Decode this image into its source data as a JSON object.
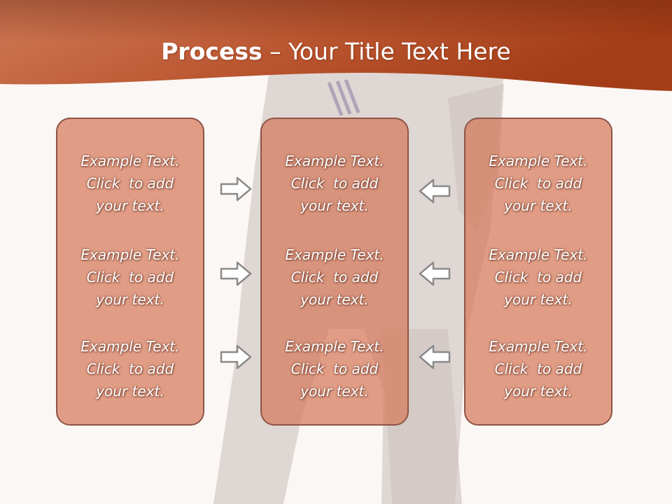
{
  "slide": {
    "title_bold": "Process",
    "title_rest": " – Your Title Text Here",
    "colors": {
      "header_light": "#c96f4f",
      "header_dark": "#9a3e1f",
      "panel_fill": "#dd957a",
      "panel_border": "#8e5446",
      "background": "#fbf7f5"
    },
    "panels": [
      {
        "items": [
          {
            "line1": "Example Text.",
            "line2": "Click  to add",
            "line3": "your text."
          },
          {
            "line1": "Example Text.",
            "line2": "Click  to add",
            "line3": "your text."
          },
          {
            "line1": "Example Text.",
            "line2": "Click  to add",
            "line3": "your text."
          }
        ]
      },
      {
        "items": [
          {
            "line1": "Example Text.",
            "line2": "Click  to add",
            "line3": "your text."
          },
          {
            "line1": "Example Text.",
            "line2": "Click  to add",
            "line3": "your text."
          },
          {
            "line1": "Example Text.",
            "line2": "Click  to add",
            "line3": "your text."
          }
        ]
      },
      {
        "items": [
          {
            "line1": "Example Text.",
            "line2": "Click  to add",
            "line3": "your text."
          },
          {
            "line1": "Example Text.",
            "line2": "Click  to add",
            "line3": "your text."
          },
          {
            "line1": "Example Text.",
            "line2": "Click  to add",
            "line3": "your text."
          }
        ]
      }
    ],
    "icons": {
      "right_arrows": "arrow-right-icon",
      "left_arrows": "arrow-left-icon"
    }
  }
}
